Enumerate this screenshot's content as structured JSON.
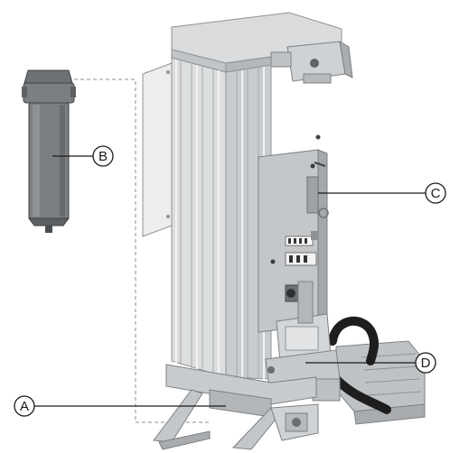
{
  "callouts": {
    "a": {
      "letter": "A"
    },
    "b": {
      "letter": "B"
    },
    "c": {
      "letter": "C"
    },
    "d": {
      "letter": "D"
    }
  },
  "colors": {
    "frame": "#d6d8da",
    "frame_dark": "#9fa3a6",
    "panel": "#e6e7e8",
    "filter_body": "#7b7f82",
    "filter_dark": "#55595c",
    "hose": "#1e1e1e",
    "base": "#c7c9cb",
    "line": "#1a1a1a",
    "dashed": "#8c8c8c"
  }
}
